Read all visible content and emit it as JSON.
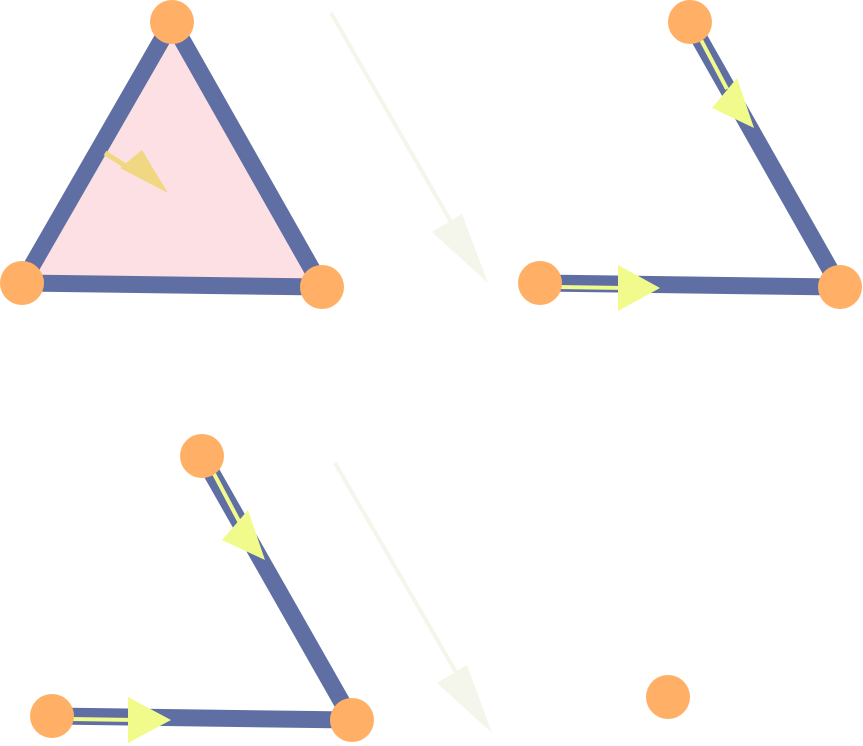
{
  "colors": {
    "background": "#ffffff",
    "face_fill": "#fde0e4",
    "edge": "#5f6fa3",
    "vertex": "#ffb066",
    "orientation_arrow": "#f0d882",
    "edge_arrow": "#f1fb8c",
    "transition_arrow": "#f4f6ec"
  },
  "panels": [
    {
      "id": "triangle-with-face",
      "vertices": 3,
      "edges": 3,
      "has_filled_face": true
    },
    {
      "id": "open-path-after-face-removal",
      "vertices": 3,
      "edges": 2,
      "has_filled_face": false
    },
    {
      "id": "open-path-before-collapse",
      "vertices": 3,
      "edges": 2,
      "has_filled_face": false
    },
    {
      "id": "single-point-after-collapse",
      "vertices": 1,
      "edges": 0,
      "has_filled_face": false
    }
  ],
  "icons": {
    "face_orientation": "orientation-arrow-icon",
    "edge_direction": "edge-arrow-icon",
    "transition": "transition-arrow-icon"
  }
}
